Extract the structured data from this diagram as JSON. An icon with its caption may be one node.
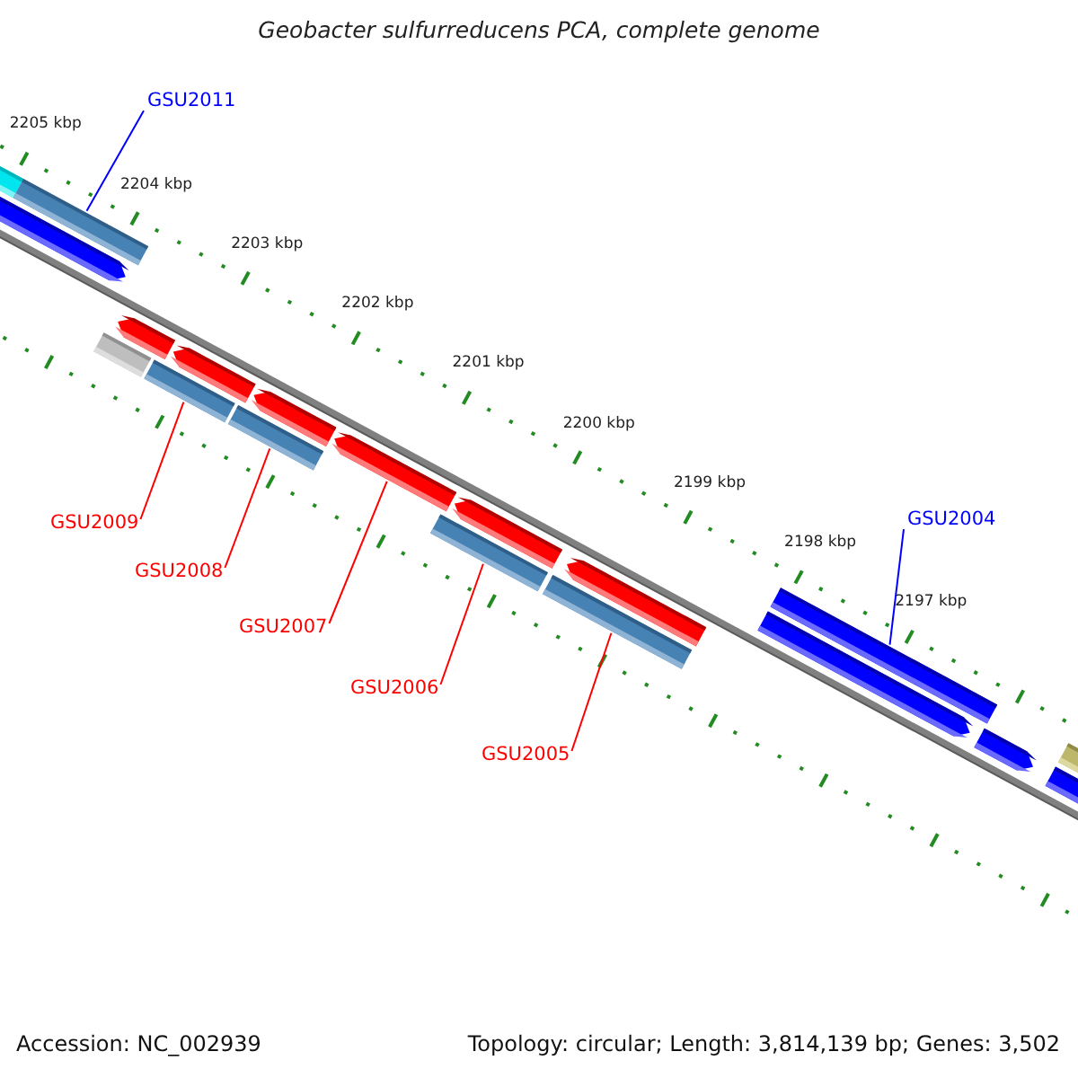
{
  "diagram": {
    "title": "Geobacter sulfurreducens PCA, complete genome",
    "nodes": [
      {
        "text": [
          "GSU2011"
        ]
      },
      {
        "text": [],
        "shape": "bar"
      },
      {
        "text": [
          "GSU2004"
        ]
      },
      {
        "text": [],
        "shape": "bar"
      },
      {
        "text": [
          "GSU2009"
        ]
      },
      {
        "text": [],
        "shape": "bar"
      },
      {
        "text": [
          "GSU2008"
        ]
      },
      {
        "text": [],
        "shape": "bar"
      },
      {
        "text": [
          "GSU2007"
        ]
      },
      {
        "text": [],
        "shape": "bar"
      },
      {
        "text": [
          "GSU2006"
        ]
      },
      {
        "text": [],
        "shape": "bar"
      },
      {
        "text": [
          "GSU2005"
        ]
      },
      {
        "text": [],
        "shape": "bar"
      }
    ],
    "edges": [
      {
        "from": 0,
        "to": 1,
        "arrow": "none",
        "color": "#0000ff"
      },
      {
        "from": 2,
        "to": 3,
        "arrow": "none",
        "color": "#0000ff"
      },
      {
        "from": 4,
        "to": 5,
        "arrow": "none"
      },
      {
        "from": 6,
        "to": 7,
        "arrow": "none"
      },
      {
        "from": 8,
        "to": 9,
        "arrow": "none"
      },
      {
        "from": 10,
        "to": 11,
        "arrow": "none"
      },
      {
        "from": 12,
        "to": 13,
        "arrow": "none"
      }
    ],
    "labels": [
      "2205 kbp",
      "2204 kbp",
      "2203 kbp",
      "2202 kbp",
      "2201 kbp",
      "2200 kbp",
      "2199 kbp",
      "2198 kbp",
      "2197 kbp",
      "Accession: NC_002939",
      "Topology: circular; Length: 3,814,139 bp; Genes: 3,502"
    ]
  }
}
